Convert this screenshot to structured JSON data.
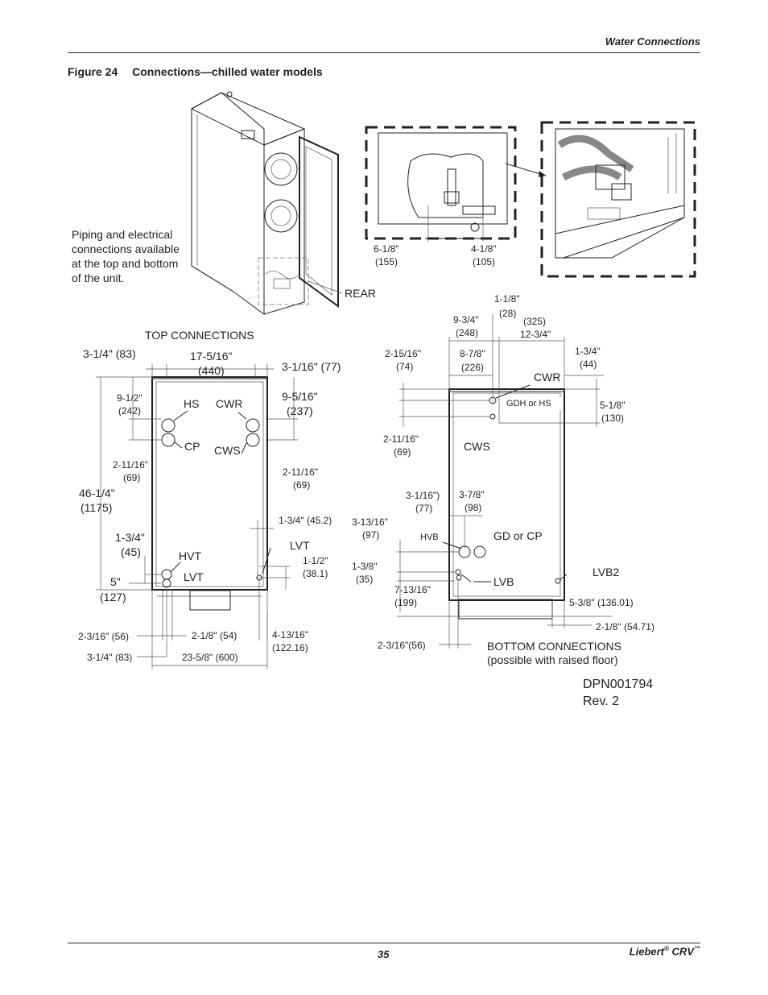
{
  "header": {
    "section": "Water Connections"
  },
  "figure": {
    "number": "Figure 24",
    "title": "Connections—chilled water models"
  },
  "note": [
    "Piping and electrical",
    "connections available",
    "at the top and bottom",
    "of the unit."
  ],
  "rear_label": "REAR",
  "detail_dims": {
    "d1": "6-1/8\"",
    "d1m": "(155)",
    "d2": "4-1/8\"",
    "d2m": "(105)"
  },
  "top": {
    "title": "TOP CONNECTIONS",
    "labels": {
      "w_left": "3-1/4\" (83)",
      "w_mid": "17-5/16\"",
      "w_mid_mm": "(440)",
      "w_right": "3-1/16\" (77)",
      "hs": "HS",
      "cwr": "CWR",
      "cp": "CP",
      "cws": "CWS",
      "d_952": "9-1/2\"",
      "d_952m": "(242)",
      "d_2116a": "2-11/16\"",
      "d_2116am": "(69)",
      "d_958": "9-5/16\"",
      "d_958m": "(237)",
      "d_2116b": "2-11/16\"",
      "d_2116bm": "(69)",
      "h_total": "46-1/4\"",
      "h_total_mm": "(1175)",
      "d_134": "1-3/4\"",
      "d_134m": "(45)",
      "d_5": "5\"",
      "d_5m": "(127)",
      "hvt": "HVT",
      "lvt_l": "LVT",
      "lvt_r": "LVT",
      "d_134r": "1-3/4\" (45.2)",
      "d_112": "1-1/2\"",
      "d_112m": "(38.1)",
      "d_2316": "2-3/16\" (56)",
      "d_218": "2-1/8\" (54)",
      "d_4_13": "4-13/16\"",
      "d_4_13m": "(122.16)",
      "d_314b": "3-1/4\" (83)",
      "d_23_58": "23-5/8\" (600)"
    }
  },
  "bottom": {
    "title": "BOTTOM CONNECTIONS",
    "subtitle": "(possible with raised floor)",
    "labels": {
      "d_118": "1-1/8\"",
      "d_118m": "(28)",
      "d_934": "9-3/4\"",
      "d_934m": "(248)",
      "d_325": "(325)",
      "d_1234": "12-3/4\"",
      "d_21516": "2-15/16\"",
      "d_21516m": "(74)",
      "d_878": "8-7/8\"",
      "d_878m": "(226)",
      "d_134": "1-3/4\"",
      "d_134m": "(44)",
      "cwr": "CWR",
      "gdh": "GDH or HS",
      "d_518": "5-1/8\"",
      "d_518m": "(130)",
      "d_2116": "2-11/16\"",
      "d_2116m": "(69)",
      "cws": "CWS",
      "d_3116": "3-1/16\")",
      "d_3116m": "(77)",
      "d_378": "3-7/8\"",
      "d_378m": "(98)",
      "d_31316": "3-13/16\"",
      "d_31316m": "(97)",
      "hvb": "HVB",
      "gd_cp": "GD or CP",
      "d_138": "1-3/8\"",
      "d_138m": "(35)",
      "lvb": "LVB",
      "lvb2": "LVB2",
      "d_71316": "7-13/16\"",
      "d_71316m": "(199)",
      "d_538": "5-3/8\" (136.01)",
      "d_218": "2-1/8\" (54.71)",
      "d_2316": "2-3/16\"(56)"
    }
  },
  "doc_id": {
    "number": "DPN001794",
    "rev": "Rev. 2"
  },
  "footer": {
    "page": "35",
    "brand": "Liebert",
    "model": "CRV"
  }
}
